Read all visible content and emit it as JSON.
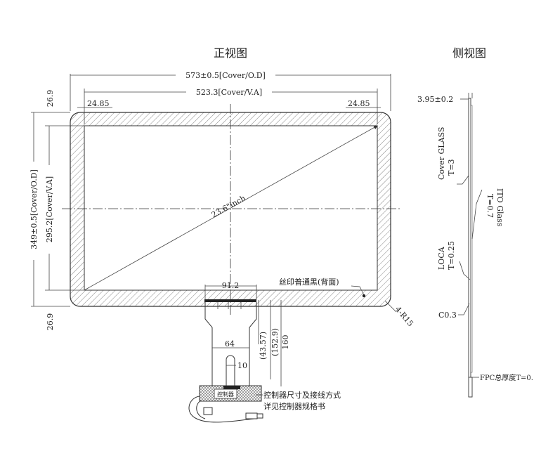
{
  "front_view": {
    "title": "正视图",
    "dims": {
      "cover_width": "573±0.5[Cover/O.D]",
      "va_width": "523.3[Cover/V.A]",
      "left_margin": "24.85",
      "right_margin": "24.85",
      "top_margin": "26.9",
      "bottom_margin": "26.9",
      "cover_height": "349±0.5[Cover/O.D]",
      "va_height": "295.2[Cover/V.A]",
      "diagonal": "23.6\"inch",
      "fpc_width": "91.2",
      "tail_width": "64",
      "slot_width": "10",
      "dim_43": "(43.57)",
      "dim_152": "(152.9)",
      "dim_160": "160",
      "corner_radius": "4-R15"
    },
    "notes": {
      "silkscreen": "丝印普通黑(背面)",
      "controller_label": "控制器",
      "controller_line1": "控制器尺寸及接线方式",
      "controller_line2": "详见控制器规格书"
    }
  },
  "side_view": {
    "title": "侧视图",
    "labels": {
      "thickness": "3.95±0.2",
      "cover_glass": "Cover GLASS",
      "cover_t": "T=3",
      "ito_glass": "ITO Glass",
      "ito_t": "T=0.7",
      "loca": "LOCA",
      "loca_t": "T=0.25",
      "chamfer": "C0.3",
      "fpc_thickness": "FPC总厚度T=0."
    }
  }
}
